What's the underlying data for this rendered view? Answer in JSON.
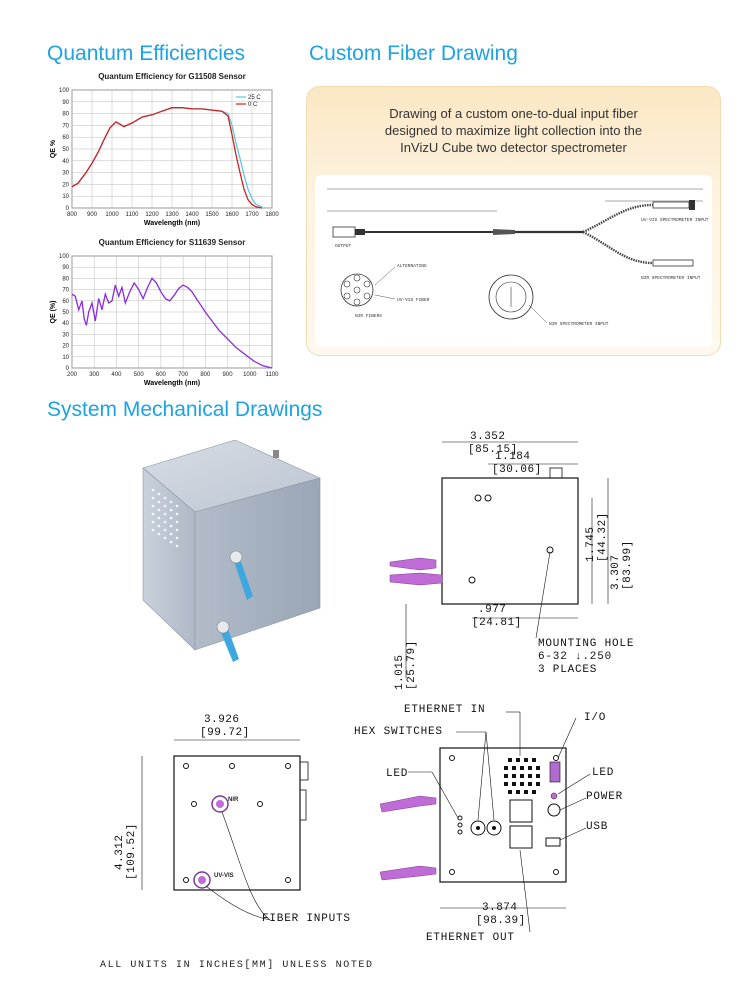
{
  "sections": {
    "qe_title": "Quantum Efficiencies",
    "fiber_title": "Custom Fiber Drawing",
    "mech_title": "System Mechanical Drawings"
  },
  "fiber_panel": {
    "lines": [
      "Drawing of a custom one-to-dual input fiber",
      "designed to maximize light collection into the",
      "InVizU Cube two detector spectrometer"
    ]
  },
  "chart_data": [
    {
      "type": "line",
      "title": "Quantum Efficiency for G11508 Sensor",
      "xlabel": "Wavelength (nm)",
      "ylabel": "QE %",
      "xlim": [
        800,
        1800
      ],
      "ylim": [
        0,
        100
      ],
      "xticks": [
        800,
        900,
        1000,
        1100,
        1200,
        1300,
        1400,
        1500,
        1600,
        1700,
        1800
      ],
      "yticks": [
        0,
        10,
        20,
        30,
        40,
        50,
        60,
        70,
        80,
        90,
        100
      ],
      "grid": true,
      "legend": "top-right",
      "series": [
        {
          "name": "25 C",
          "color": "#5bc8e6",
          "x": [
            800,
            830,
            870,
            900,
            930,
            960,
            990,
            1020,
            1060,
            1100,
            1150,
            1200,
            1250,
            1300,
            1350,
            1400,
            1450,
            1500,
            1550,
            1580,
            1600,
            1620,
            1640,
            1660,
            1680,
            1700,
            1720,
            1750
          ],
          "y": [
            18,
            21,
            30,
            38,
            47,
            58,
            68,
            73,
            69,
            72,
            77,
            79,
            82,
            85,
            85,
            84,
            84,
            83,
            82,
            80,
            70,
            55,
            42,
            28,
            16,
            8,
            3,
            1
          ]
        },
        {
          "name": "0 C",
          "color": "#d21f1f",
          "x": [
            800,
            830,
            870,
            900,
            930,
            960,
            990,
            1020,
            1060,
            1100,
            1150,
            1200,
            1250,
            1300,
            1350,
            1400,
            1450,
            1500,
            1550,
            1580,
            1600,
            1620,
            1640,
            1660,
            1680,
            1700,
            1720,
            1750
          ],
          "y": [
            18,
            21,
            30,
            38,
            47,
            58,
            68,
            73,
            69,
            72,
            77,
            79,
            82,
            85,
            85,
            84,
            84,
            83,
            82,
            78,
            62,
            45,
            30,
            16,
            7,
            3,
            1,
            0
          ]
        }
      ]
    },
    {
      "type": "line",
      "title": "Quantum Efficiency for S11639 Sensor",
      "xlabel": "Wavelength (nm)",
      "ylabel": "QE (%)",
      "xlim": [
        200,
        1100
      ],
      "ylim": [
        0,
        100
      ],
      "xticks": [
        200,
        300,
        400,
        500,
        600,
        700,
        800,
        900,
        1000,
        1100
      ],
      "yticks": [
        0,
        10,
        20,
        30,
        40,
        50,
        60,
        70,
        80,
        90,
        100
      ],
      "grid": true,
      "series": [
        {
          "name": "",
          "color": "#8a2be2",
          "x": [
            200,
            215,
            230,
            245,
            255,
            265,
            275,
            290,
            305,
            320,
            335,
            350,
            365,
            380,
            395,
            410,
            425,
            440,
            460,
            480,
            500,
            520,
            540,
            560,
            580,
            600,
            620,
            640,
            660,
            680,
            700,
            720,
            740,
            760,
            780,
            800,
            830,
            860,
            900,
            940,
            980,
            1020,
            1060,
            1100
          ],
          "y": [
            66,
            64,
            52,
            60,
            44,
            38,
            50,
            58,
            42,
            62,
            52,
            66,
            58,
            60,
            74,
            64,
            72,
            58,
            68,
            76,
            70,
            62,
            72,
            80,
            76,
            68,
            62,
            60,
            65,
            71,
            74,
            72,
            68,
            62,
            56,
            50,
            42,
            34,
            26,
            18,
            12,
            6,
            2,
            0
          ]
        }
      ]
    }
  ],
  "fiber_drawing": {
    "labels": {
      "output": "OUTPUT",
      "nir_spec_input": "NIR SPECTROMETER INPUT",
      "uv_vis_input": "UV-VIS SPECTROMETER INPUT",
      "uv_vis_fiber": "UV-VIS FIBER",
      "nir_fibers": "NIR FIBERS",
      "alternating": "ALTERNATING"
    }
  },
  "mechanical": {
    "side_view": {
      "width_in": "3.352",
      "width_mm": "[85.15]",
      "offset_in": "1.184",
      "offset_mm": "[30.06]",
      "hole_h_in": "1.745",
      "hole_h_mm": "[44.32]",
      "height_in": "3.307",
      "height_mm": "[83.99]",
      "bottom_in": ".977",
      "bottom_mm": "[24.81]",
      "left_in": "1.015",
      "left_mm": "[25.79]",
      "mounting_hole": [
        "MOUNTING HOLE",
        "6-32 ↓.250",
        "3 PLACES"
      ]
    },
    "front_view": {
      "width_in": "3.926",
      "width_mm": "[99.72]",
      "height_in": "4.312",
      "height_mm": "[109.52]",
      "nir_label": "NIR",
      "uvvis_label": "UV-VIS",
      "fiber_inputs": "FIBER INPUTS"
    },
    "back_view": {
      "width_in": "3.874",
      "width_mm": "[98.39]",
      "ethernet_in": "ETHERNET IN",
      "hex_switches": "HEX SWITCHES",
      "io": "I/O",
      "led_left": "LED",
      "led_right": "LED",
      "power": "POWER",
      "usb": "USB",
      "ethernet_out": "ETHERNET OUT"
    },
    "footnote": "ALL UNITS IN INCHES[MM] UNLESS NOTED"
  }
}
